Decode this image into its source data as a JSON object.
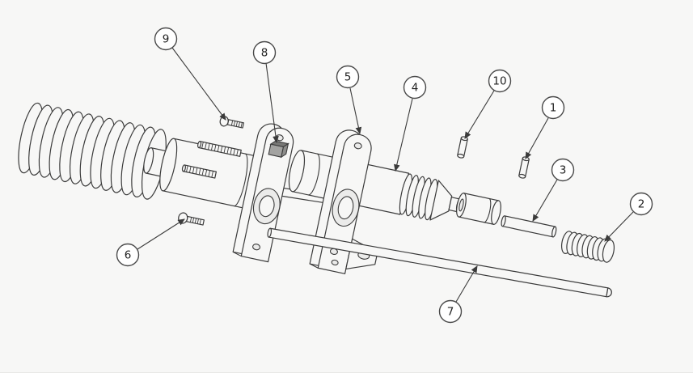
{
  "figure": {
    "type": "exploded-parts-diagram",
    "background": "#f7f7f6",
    "line_color": "#3b3b3b",
    "callout_fill": "#ffffff",
    "callouts": [
      "1",
      "2",
      "3",
      "4",
      "5",
      "6",
      "7",
      "8",
      "9",
      "10"
    ]
  }
}
